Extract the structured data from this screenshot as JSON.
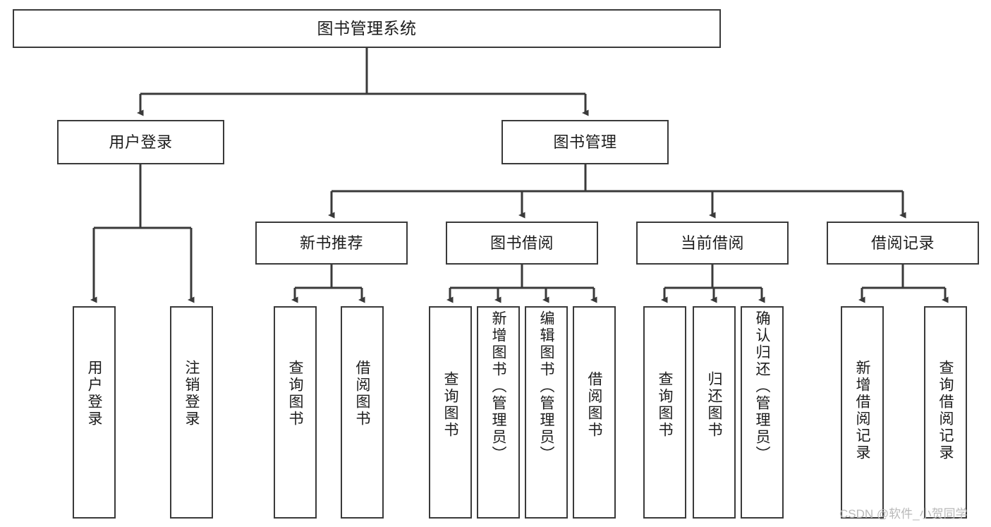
{
  "diagram": {
    "title": "图书管理系统",
    "type": "hierarchy-tree",
    "colors": {
      "box_border": "#3a3a3a",
      "box_fill": "#ffffff",
      "connector": "#3a3a3a",
      "text": "#1c1c1c",
      "watermark": "#b9b9b9",
      "background": "#ffffff"
    },
    "root": {
      "label": "图书管理系统",
      "orientation": "horizontal"
    },
    "level2": [
      {
        "label": "用户登录",
        "orientation": "horizontal"
      },
      {
        "label": "图书管理",
        "orientation": "horizontal"
      }
    ],
    "level3": [
      {
        "label": "新书推荐",
        "orientation": "horizontal",
        "parent": "图书管理"
      },
      {
        "label": "图书借阅",
        "orientation": "horizontal",
        "parent": "图书管理"
      },
      {
        "label": "当前借阅",
        "orientation": "horizontal",
        "parent": "图书管理"
      },
      {
        "label": "借阅记录",
        "orientation": "horizontal",
        "parent": "图书管理"
      }
    ],
    "leaves": [
      {
        "label": "用户登录",
        "orientation": "vertical",
        "parent": "用户登录"
      },
      {
        "label": "注销登录",
        "orientation": "vertical",
        "parent": "用户登录"
      },
      {
        "label": "查询图书",
        "orientation": "vertical",
        "parent": "新书推荐"
      },
      {
        "label": "借阅图书",
        "orientation": "vertical",
        "parent": "新书推荐"
      },
      {
        "label": "查询图书",
        "orientation": "vertical",
        "parent": "图书借阅"
      },
      {
        "label": "新增图书（管理员）",
        "orientation": "vertical",
        "parent": "图书借阅"
      },
      {
        "label": "编辑图书（管理员）",
        "orientation": "vertical",
        "parent": "图书借阅"
      },
      {
        "label": "借阅图书",
        "orientation": "vertical",
        "parent": "图书借阅"
      },
      {
        "label": "查询图书",
        "orientation": "vertical",
        "parent": "当前借阅"
      },
      {
        "label": "归还图书",
        "orientation": "vertical",
        "parent": "当前借阅"
      },
      {
        "label": "确认归还（管理员）",
        "orientation": "vertical",
        "parent": "当前借阅"
      },
      {
        "label": "新增借阅记录",
        "orientation": "vertical",
        "parent": "借阅记录"
      },
      {
        "label": "查询借阅记录",
        "orientation": "vertical",
        "parent": "借阅记录"
      }
    ],
    "watermark": "CSDN @软件_小贺同学"
  }
}
